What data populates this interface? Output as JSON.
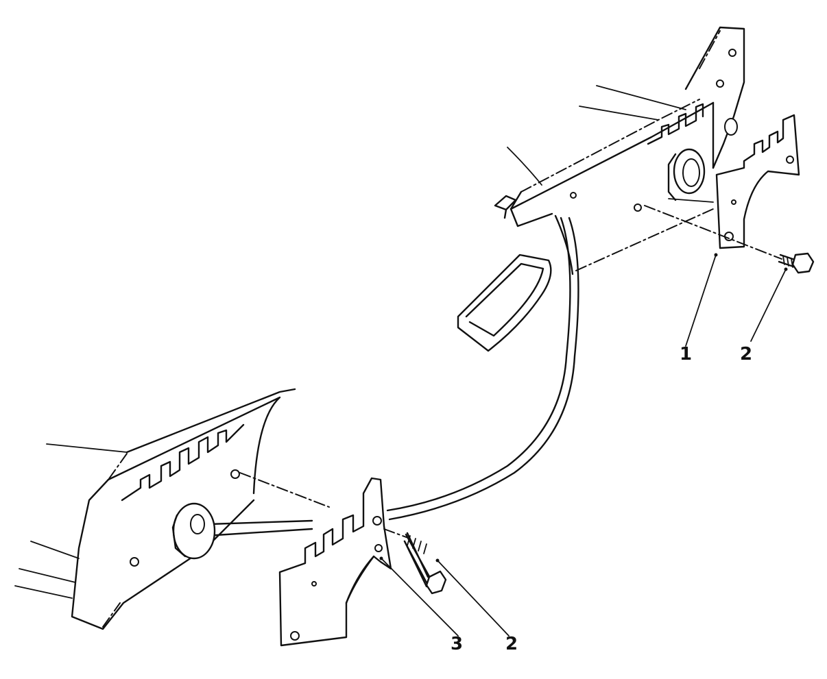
{
  "callouts": {
    "upper_bracket": "1",
    "upper_bolt": "2",
    "lower_bracket": "3",
    "lower_bolt": "2"
  }
}
